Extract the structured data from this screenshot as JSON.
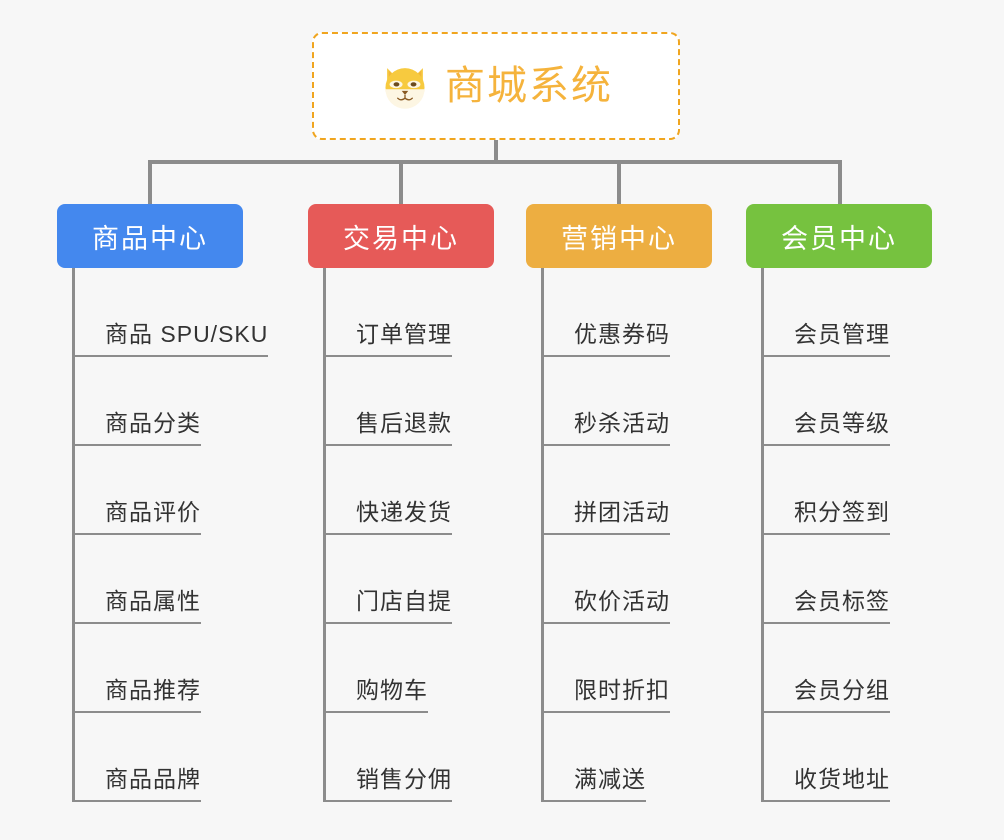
{
  "page": {
    "background_color": "#f7f7f7",
    "type": "organization-chart"
  },
  "root": {
    "title": "商城系统",
    "icon": "shiba-dog-face-icon",
    "text_color": "#f5b33c",
    "border_color": "#f0a51f"
  },
  "columns": [
    {
      "id": "product-center",
      "label": "商品中心",
      "color": "#4488ee",
      "items": [
        "商品 SPU/SKU",
        "商品分类",
        "商品评价",
        "商品属性",
        "商品推荐",
        "商品品牌"
      ]
    },
    {
      "id": "trade-center",
      "label": "交易中心",
      "color": "#e65a58",
      "items": [
        "订单管理",
        "售后退款",
        "快递发货",
        "门店自提",
        "购物车",
        "销售分佣"
      ]
    },
    {
      "id": "marketing-center",
      "label": "营销中心",
      "color": "#edae41",
      "items": [
        "优惠券码",
        "秒杀活动",
        "拼团活动",
        "砍价活动",
        "限时折扣",
        "满减送"
      ]
    },
    {
      "id": "member-center",
      "label": "会员中心",
      "color": "#76c23f",
      "items": [
        "会员管理",
        "会员等级",
        "积分签到",
        "会员标签",
        "会员分组",
        "收货地址"
      ]
    }
  ],
  "connector": {
    "color": "#8c8c8c"
  }
}
